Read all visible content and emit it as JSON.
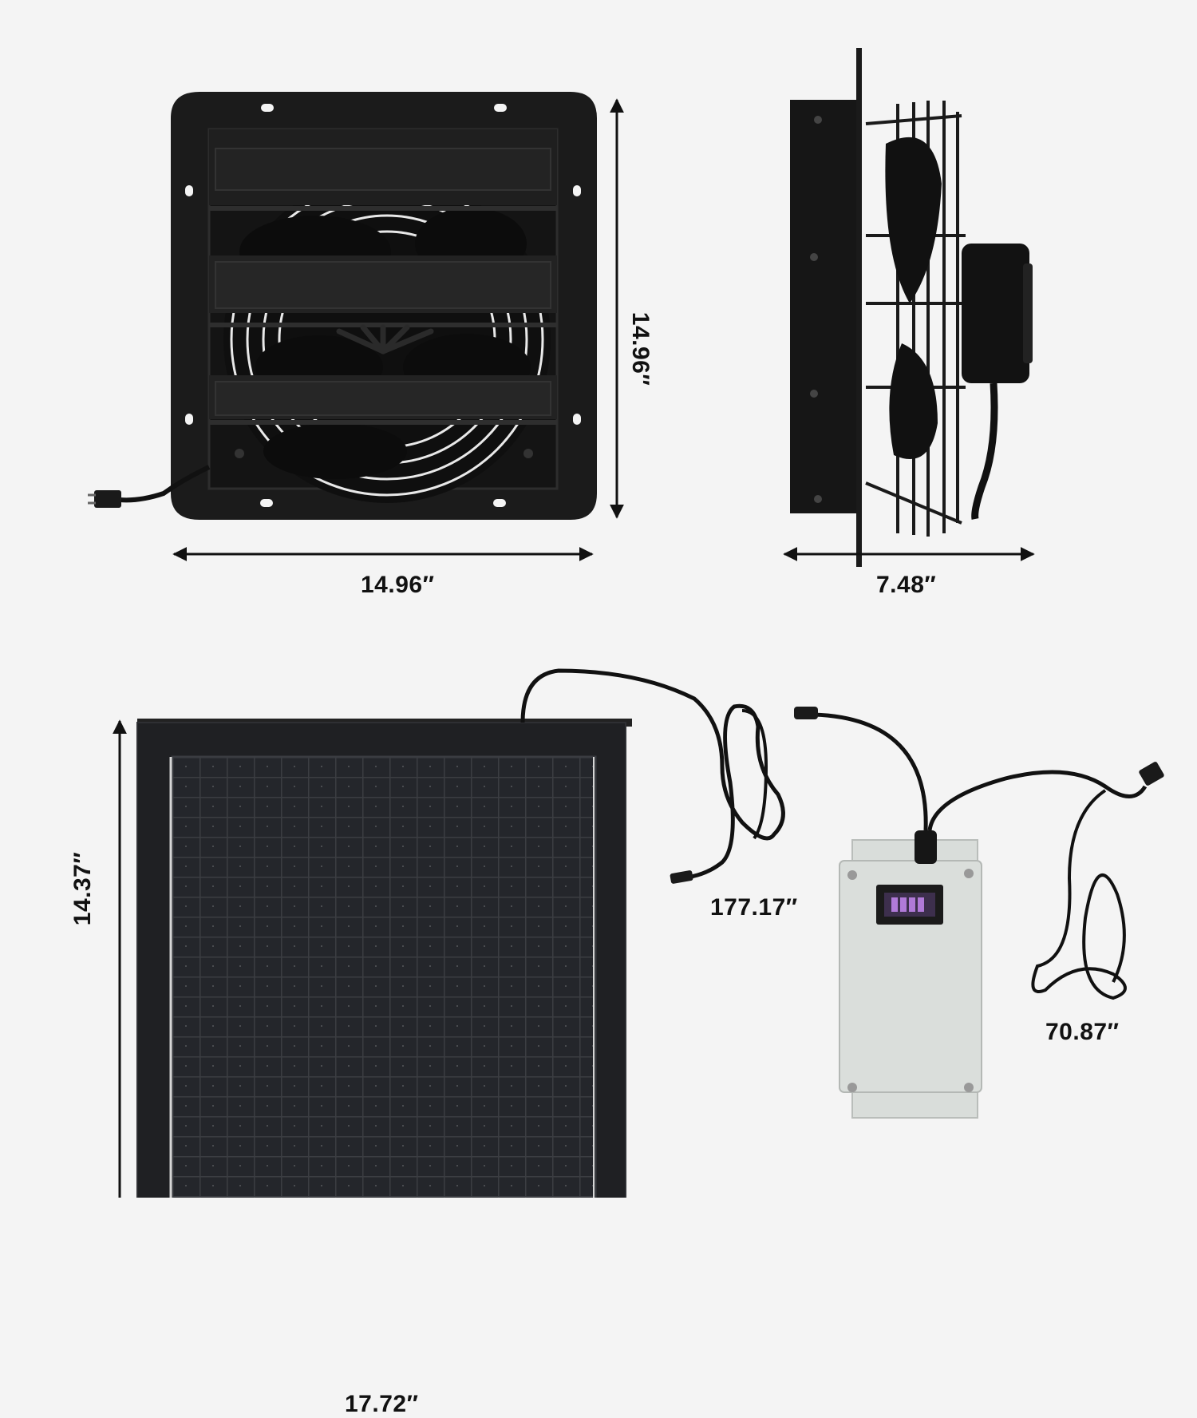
{
  "dimensions": {
    "fan_front_width": "14.96″",
    "fan_front_height": "14.96″",
    "fan_side_depth": "7.48″",
    "solar_panel_width": "17.72″",
    "solar_panel_height": "14.37″",
    "panel_cable_length": "177.17″",
    "controller_cable_length": "70.87″"
  },
  "colors": {
    "background": "#f4f4f4",
    "product_black": "#1a1a1a",
    "controller_box": "#d9ddda",
    "battery_display": "#b07ad8"
  }
}
